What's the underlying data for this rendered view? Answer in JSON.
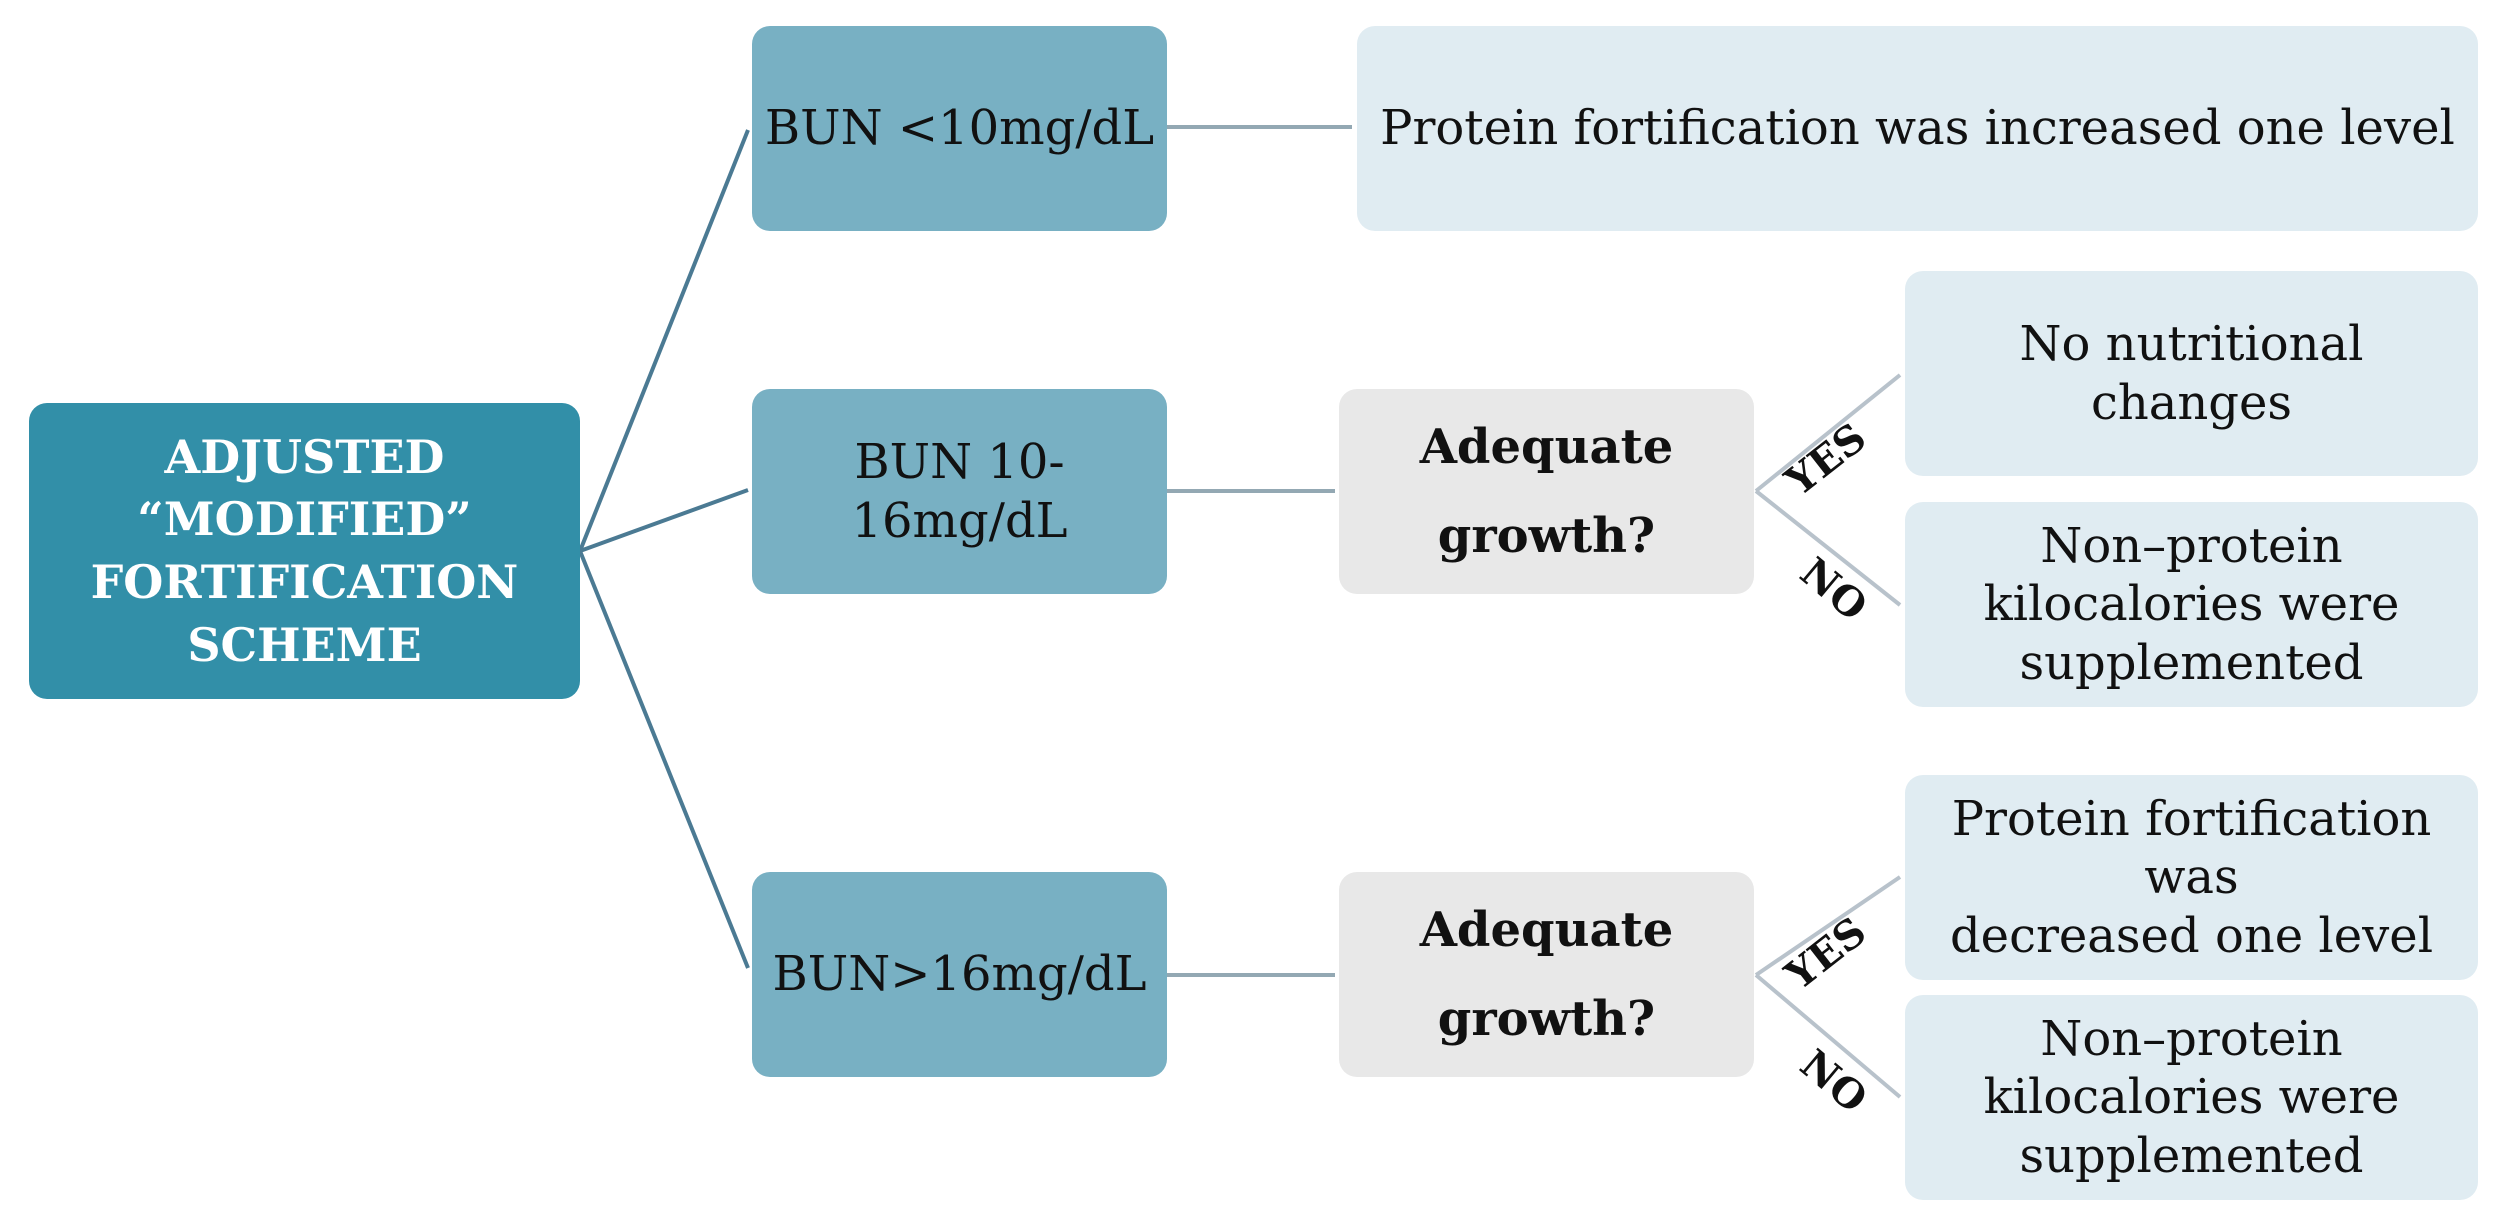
{
  "root": {
    "lines": [
      "ADJUSTED",
      "“MODIFIED”",
      "FORTIFICATION",
      "SCHEME"
    ]
  },
  "branches": [
    {
      "label": "BUN <10mg/dL"
    },
    {
      "label": "BUN 10-16mg/dL"
    },
    {
      "label": "BUN>16mg/dL"
    }
  ],
  "questions": [
    {
      "lines": [
        "Adequate",
        "growth?"
      ]
    },
    {
      "lines": [
        "Adequate",
        "growth?"
      ]
    }
  ],
  "outcomes": {
    "low_bun": "Protein fortification was increased one level",
    "mid_yes": "No nutritional changes",
    "mid_no": [
      "Non–protein",
      "kilocalories were",
      "supplemented"
    ],
    "high_yes": [
      "Protein fortification was",
      "decreased one level"
    ],
    "high_no": [
      "Non–protein",
      "kilocalories were",
      "supplemented"
    ]
  },
  "edge_labels": {
    "yes": "YES",
    "no": "NO"
  },
  "colors": {
    "root_fill": "#328fa8",
    "bun_fill": "#78b0c3",
    "question_fill": "#e8e8e8",
    "outcome_fill": "#e0ecf2",
    "root_connector": "#4b7a93",
    "level_connector": "#93a8b3",
    "answer_connector": "#b8c2cb"
  }
}
